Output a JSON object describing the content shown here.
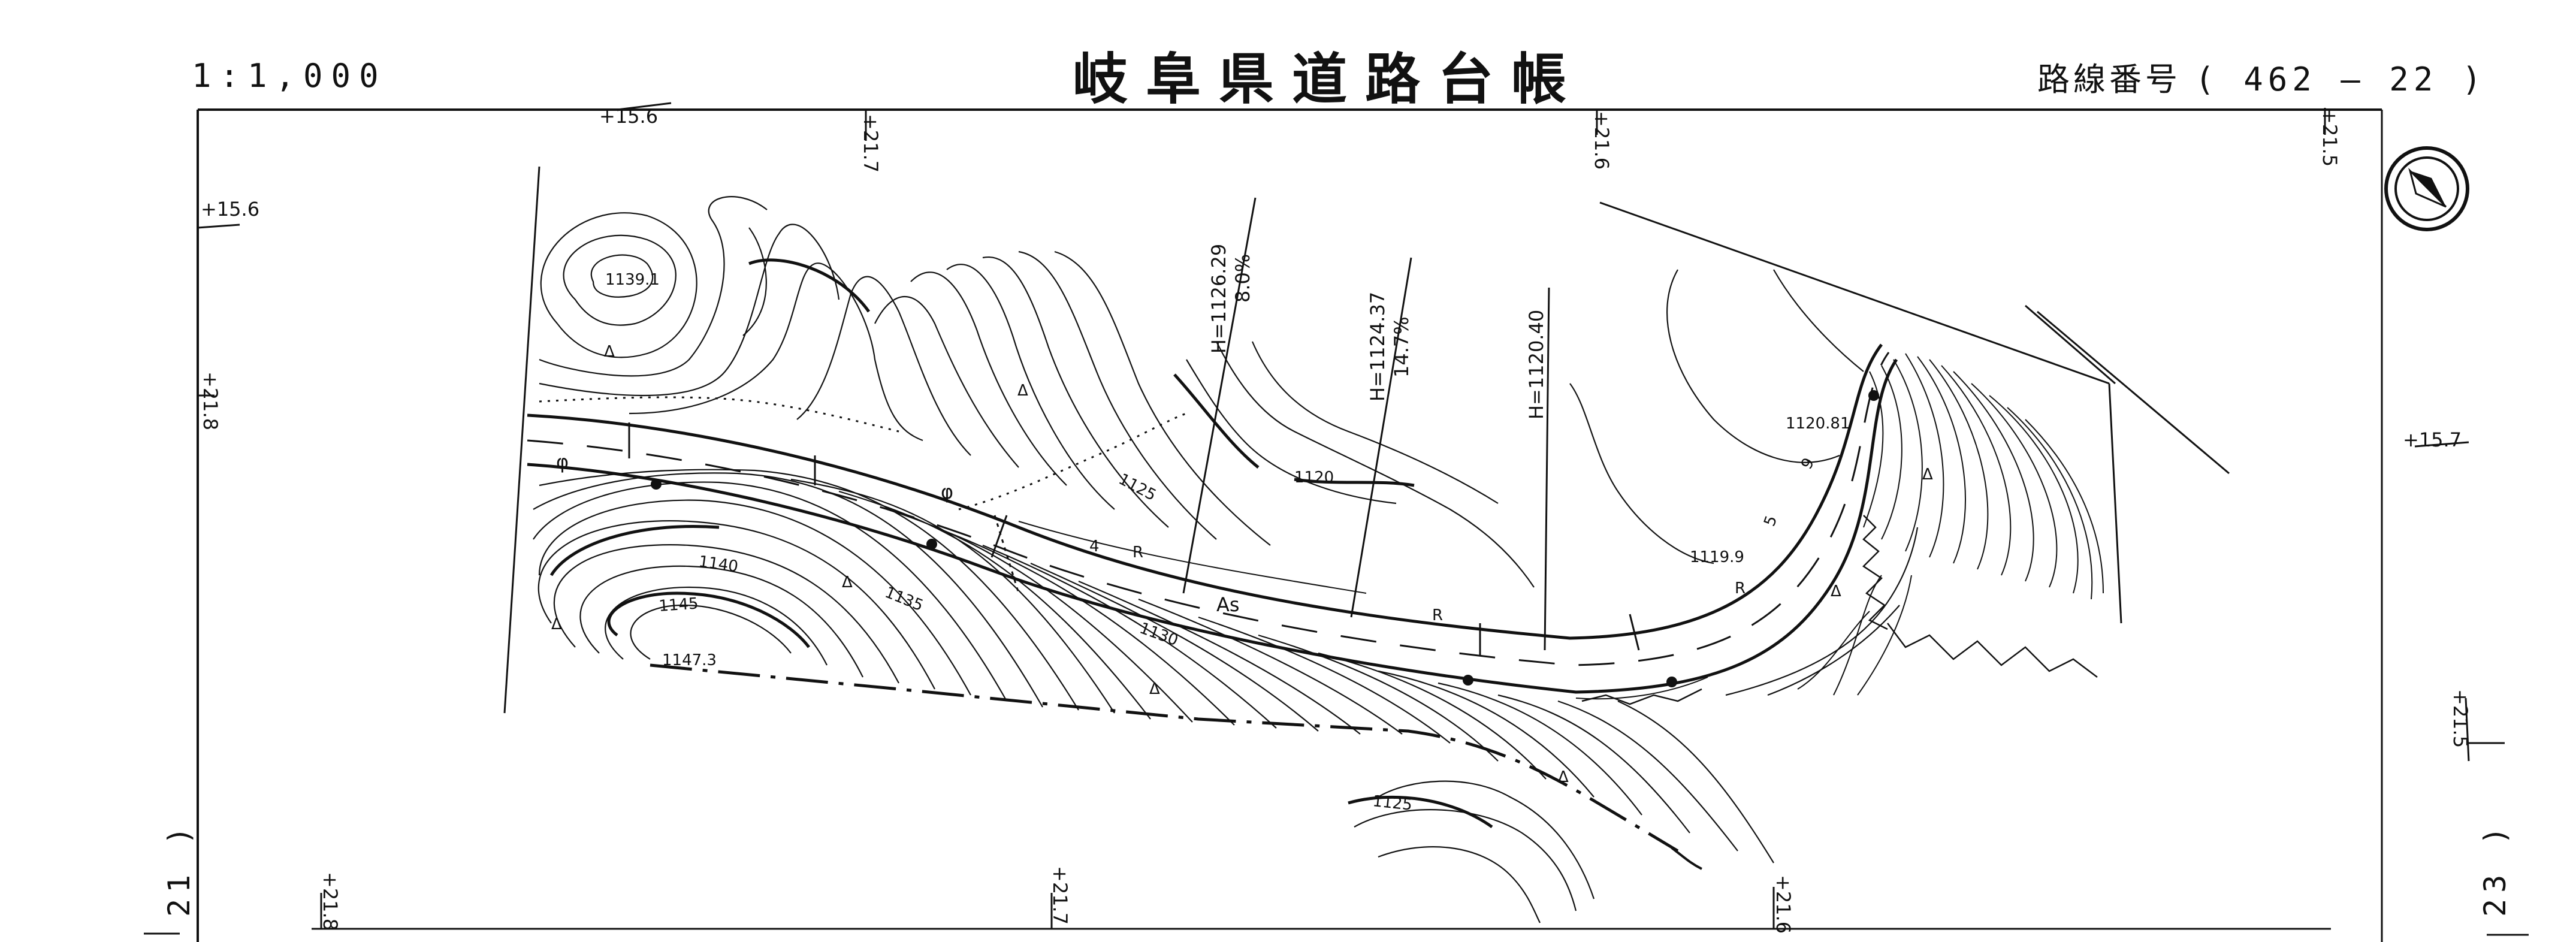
{
  "header": {
    "scale": "1:1,000",
    "title": "岐阜県道路台帳",
    "route_prefix": "路線番号",
    "route_number": "( 462 ― 22 )"
  },
  "margins": {
    "left_sheet": "21 )",
    "right_sheet": "23 )"
  },
  "map": {
    "north_arrow_icon": "north-arrow-icon",
    "grid_marks": [
      "+15.6",
      "+21.7",
      "+21.6",
      "+21.5",
      "+15.6",
      "+21.8",
      "+15.7",
      "+21.5",
      "+21.8",
      "+21.7",
      "+21.6"
    ],
    "spot_heights": [
      "1139.1",
      "1147.3",
      "1120.81",
      "1119.9"
    ],
    "contour_labels": [
      "1125",
      "1120",
      "1140",
      "1135",
      "1130",
      "1145",
      "1125"
    ],
    "gradient_labels": [
      {
        "h": "H=1126.29",
        "slope": "8.0%"
      },
      {
        "h": "H=1124.37",
        "slope": "14.7%"
      },
      {
        "h": "H=1120.40",
        "slope": ""
      }
    ],
    "road_labels": [
      "As",
      "R",
      "R",
      "R",
      "4",
      "5",
      "9"
    ],
    "symbols": [
      "Δ",
      "Δ",
      "Δ",
      "Δ",
      "Δ",
      "Δ",
      "Δ",
      "Δ",
      "φ",
      "φ"
    ]
  }
}
